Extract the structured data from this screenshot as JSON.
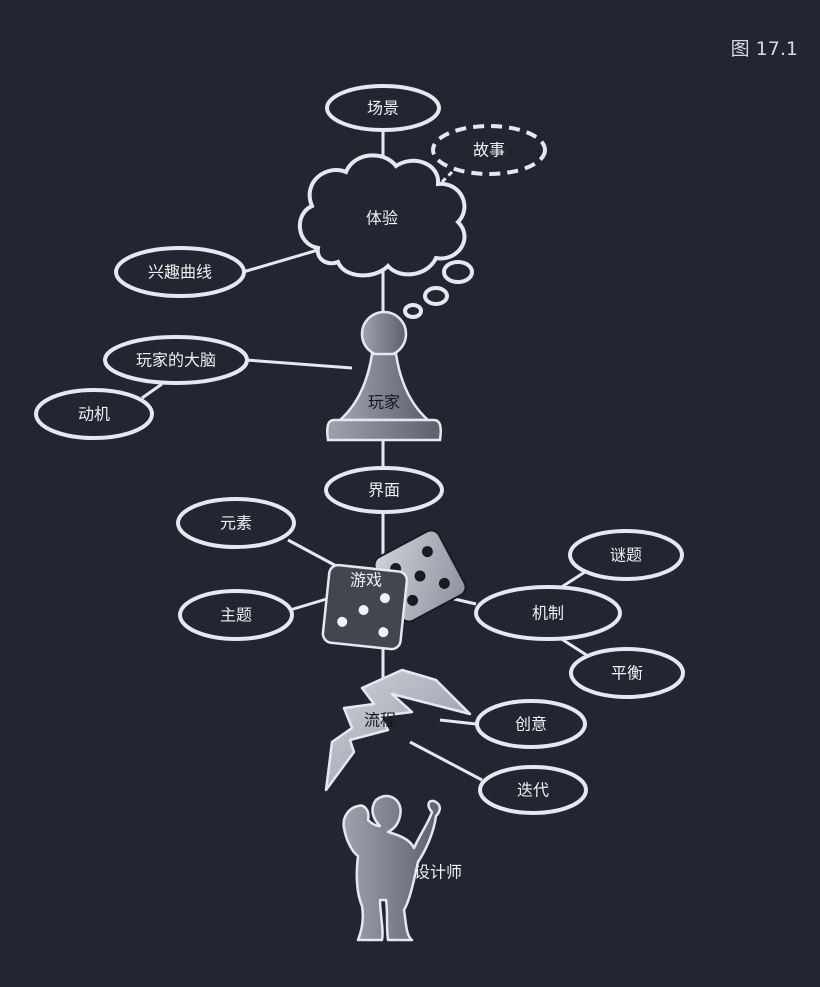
{
  "figure_label": "图 17.1",
  "nodes": {
    "scene": "场景",
    "story": "故事",
    "experience": "体验",
    "interest_curve": "兴趣曲线",
    "player_brain": "玩家的大脑",
    "motivation": "动机",
    "player": "玩家",
    "interface": "界面",
    "elements": "元素",
    "theme": "主题",
    "game": "游戏",
    "puzzles": "谜题",
    "mechanics": "机制",
    "balance": "平衡",
    "process": "流程",
    "creativity": "创意",
    "iteration": "迭代",
    "designer": "设计师"
  },
  "colors": {
    "background": "#232530",
    "line": "#e4e8f2",
    "text": "#eef0f6"
  }
}
